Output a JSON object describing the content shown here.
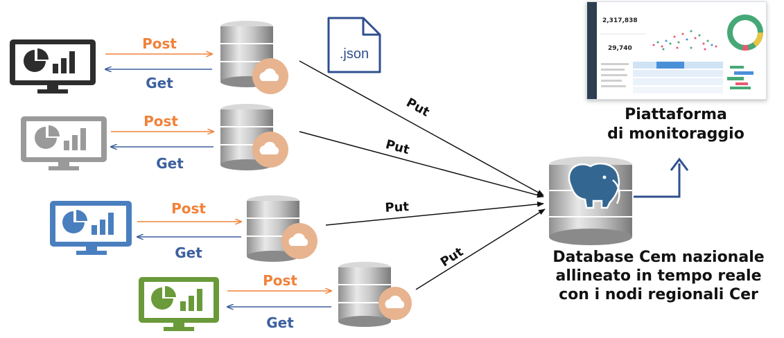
{
  "clients": [
    {
      "post": "Post",
      "get": "Get",
      "color": "#2d2d2d"
    },
    {
      "post": "Post",
      "get": "Get",
      "color": "#9a9a9a"
    },
    {
      "post": "Post",
      "get": "Get",
      "color": "#4a7fbf"
    },
    {
      "post": "Post",
      "get": "Get",
      "color": "#6a9a3a"
    }
  ],
  "file_label": ".json",
  "put_labels": [
    "Put",
    "Put",
    "Put",
    "Put"
  ],
  "platform": {
    "caption_line1": "Piattaforma",
    "caption_line2": "di monitoraggio",
    "dashboard_values": [
      "2,317,838",
      "29,740"
    ]
  },
  "database": {
    "caption_line1": "Database Cem nazionale",
    "caption_line2": "allineato in tempo reale",
    "caption_line3": "con i nodi regionali Cer"
  },
  "colors": {
    "post": "#f0823a",
    "get": "#3c5f9e",
    "arrow": "#111111",
    "cloud_badge": "#e7b48f",
    "json_icon": "#2f4f8f",
    "up_arrow": "#2f4f8f"
  }
}
